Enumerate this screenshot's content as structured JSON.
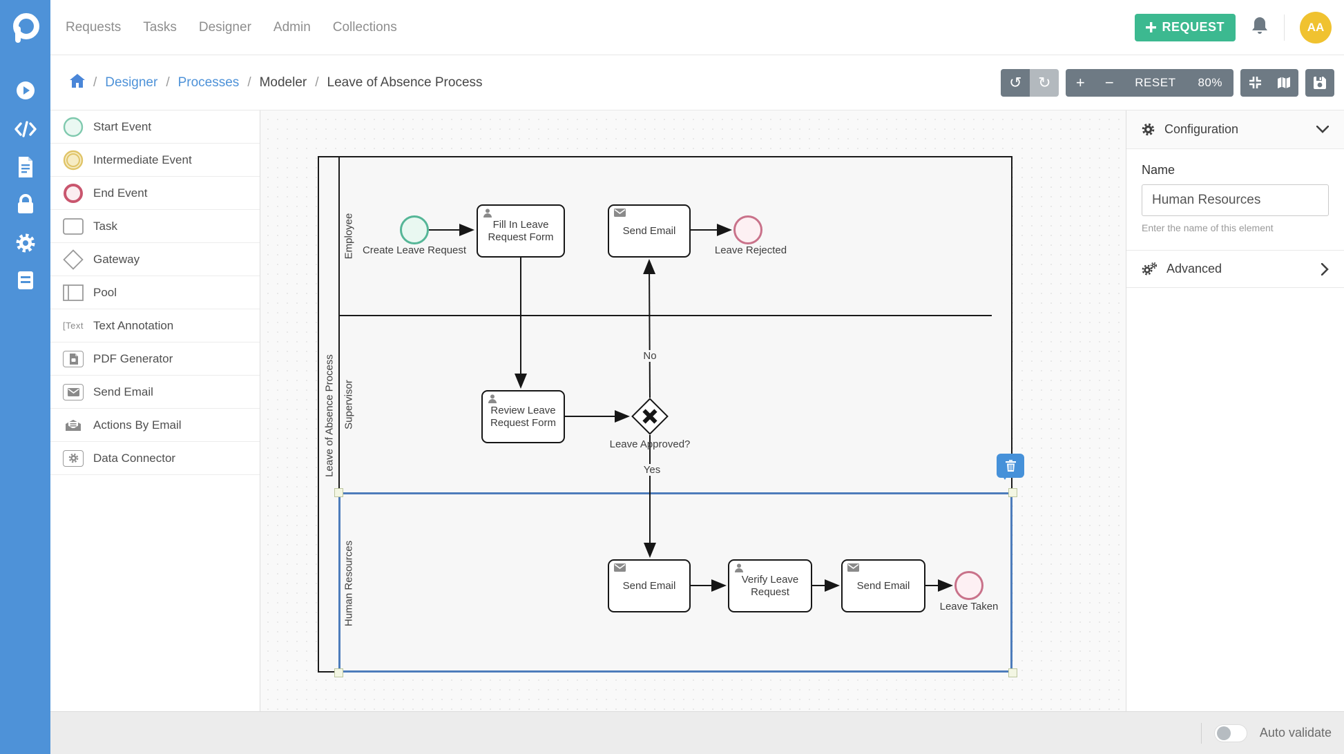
{
  "nav": {
    "menu": [
      "Requests",
      "Tasks",
      "Designer",
      "Admin",
      "Collections"
    ],
    "request_label": "REQUEST",
    "avatar_initials": "AA"
  },
  "breadcrumb": {
    "separator": "/",
    "items": [
      {
        "label": "Designer",
        "type": "link"
      },
      {
        "label": "Processes",
        "type": "link"
      },
      {
        "label": "Modeler",
        "type": "current"
      },
      {
        "label": "Leave of Absence Process",
        "type": "current"
      }
    ]
  },
  "toolbar": {
    "undo_icon": "↺",
    "redo_icon": "↻",
    "zoom_in": "+",
    "zoom_out": "−",
    "reset_label": "RESET",
    "zoom_level": "80%"
  },
  "palette": {
    "items": [
      {
        "icon": "start-event",
        "label": "Start Event"
      },
      {
        "icon": "intermediate-event",
        "label": "Intermediate Event"
      },
      {
        "icon": "end-event",
        "label": "End Event"
      },
      {
        "icon": "task",
        "label": "Task"
      },
      {
        "icon": "gateway",
        "label": "Gateway"
      },
      {
        "icon": "pool",
        "label": "Pool"
      },
      {
        "icon": "text-annotation",
        "label": "Text Annotation",
        "icon_text": "[Text"
      },
      {
        "icon": "pdf-generator",
        "label": "PDF Generator"
      },
      {
        "icon": "send-email",
        "label": "Send Email"
      },
      {
        "icon": "actions-by-email",
        "label": "Actions By Email"
      },
      {
        "icon": "data-connector",
        "label": "Data Connector"
      }
    ]
  },
  "diagram": {
    "pool_name": "Leave of Absence Process",
    "lanes": {
      "lane1": "Employee",
      "lane2": "Supervisor",
      "lane3": "Human Resources"
    },
    "start_event_label": "Create Leave Request",
    "task_fill_form": "Fill In Leave Request Form",
    "task_send_email_reject": "Send Email",
    "end_leave_rejected": "Leave Rejected",
    "task_review_form": "Review Leave Request Form",
    "gateway_label": "Leave Approved?",
    "flow_no": "No",
    "flow_yes": "Yes",
    "task_send_email_hr": "Send Email",
    "task_verify_request": "Verify Leave Request",
    "task_send_email_taken": "Send Email",
    "end_leave_taken": "Leave Taken"
  },
  "config_panel": {
    "title": "Configuration",
    "name_label": "Name",
    "name_value": "Human Resources",
    "name_help": "Enter the name of this element",
    "advanced_label": "Advanced"
  },
  "footer": {
    "auto_validate_label": "Auto validate",
    "auto_validate_on": false
  },
  "colors": {
    "sidebar_blue": "#4e92d8",
    "request_green": "#3cb990",
    "avatar_yellow": "#f0c230",
    "toolbar_gray": "#6e7a84",
    "selection_blue": "#4d7cbb",
    "trash_blue": "#4691d9",
    "start_event_teal": "#55b697",
    "intermediate_yellow": "#e0c468",
    "end_event_red": "#c9728a"
  }
}
